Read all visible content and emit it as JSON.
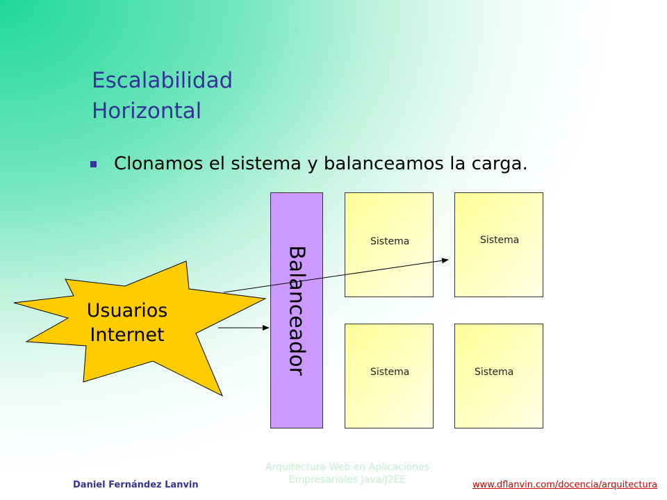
{
  "title_line1": "Escalabilidad",
  "title_line2": "Horizontal",
  "bullet": "Clonamos el sistema y balanceamos la carga.",
  "balancer_label": "Balanceador",
  "systems": [
    "Sistema",
    "Sistema",
    "Sistema",
    "Sistema"
  ],
  "users_line1": "Usuarios",
  "users_line2": "Internet",
  "footer": {
    "author": "Daniel Fernández Lanvin",
    "course_line1": "Arquitectura Web en Aplicaciones",
    "course_line2": "Empresariales Java/J2EE",
    "link": "www.dflanvin.com/docencia/arquitectura"
  },
  "colors": {
    "title": "#333399",
    "balancer": "#cc99ff",
    "system": "#ffff99",
    "star": "#ffcc00",
    "link": "#cc0000"
  }
}
